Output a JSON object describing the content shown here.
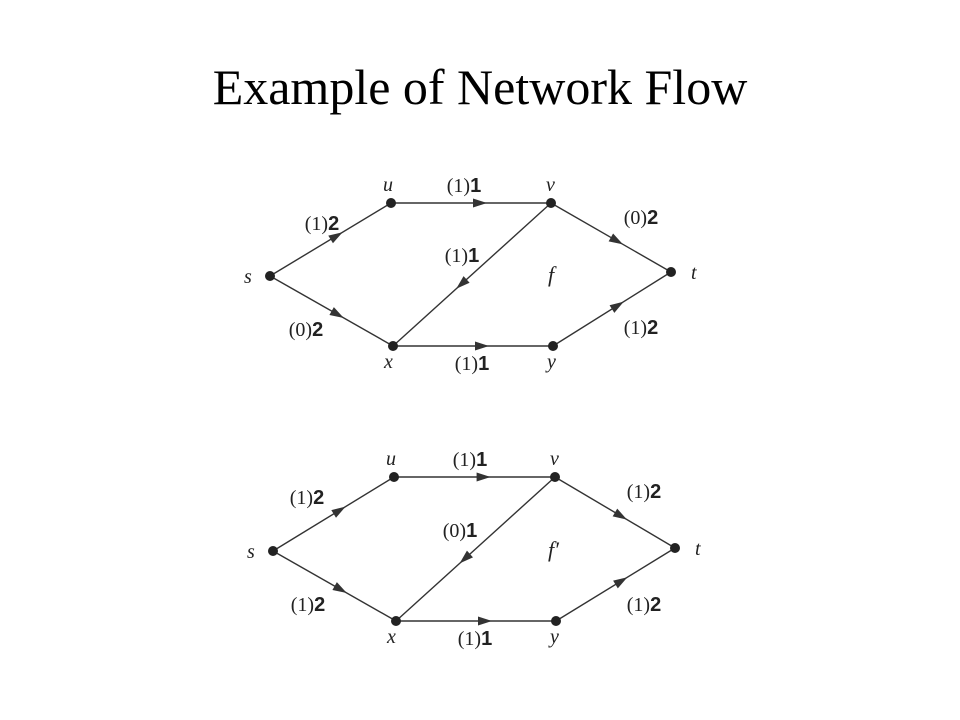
{
  "slide": {
    "title": "Example of Network Flow"
  },
  "diagrams": [
    {
      "flow_name": "f",
      "nodes": {
        "s": "s",
        "u": "u",
        "v": "v",
        "x": "x",
        "y": "y",
        "t": "t"
      },
      "edges": [
        {
          "from": "s",
          "to": "u",
          "flow": "(1)",
          "capacity": "2"
        },
        {
          "from": "s",
          "to": "x",
          "flow": "(0)",
          "capacity": "2"
        },
        {
          "from": "u",
          "to": "v",
          "flow": "(1)",
          "capacity": "1"
        },
        {
          "from": "v",
          "to": "x",
          "flow": "(1)",
          "capacity": "1"
        },
        {
          "from": "x",
          "to": "y",
          "flow": "(1)",
          "capacity": "1"
        },
        {
          "from": "v",
          "to": "t",
          "flow": "(0)",
          "capacity": "2"
        },
        {
          "from": "y",
          "to": "t",
          "flow": "(1)",
          "capacity": "2"
        }
      ]
    },
    {
      "flow_name": "f′",
      "nodes": {
        "s": "s",
        "u": "u",
        "v": "v",
        "x": "x",
        "y": "y",
        "t": "t"
      },
      "edges": [
        {
          "from": "s",
          "to": "u",
          "flow": "(1)",
          "capacity": "2"
        },
        {
          "from": "s",
          "to": "x",
          "flow": "(1)",
          "capacity": "2"
        },
        {
          "from": "u",
          "to": "v",
          "flow": "(1)",
          "capacity": "1"
        },
        {
          "from": "v",
          "to": "x",
          "flow": "(0)",
          "capacity": "1"
        },
        {
          "from": "x",
          "to": "y",
          "flow": "(1)",
          "capacity": "1"
        },
        {
          "from": "v",
          "to": "t",
          "flow": "(1)",
          "capacity": "2"
        },
        {
          "from": "y",
          "to": "t",
          "flow": "(1)",
          "capacity": "2"
        }
      ]
    }
  ]
}
